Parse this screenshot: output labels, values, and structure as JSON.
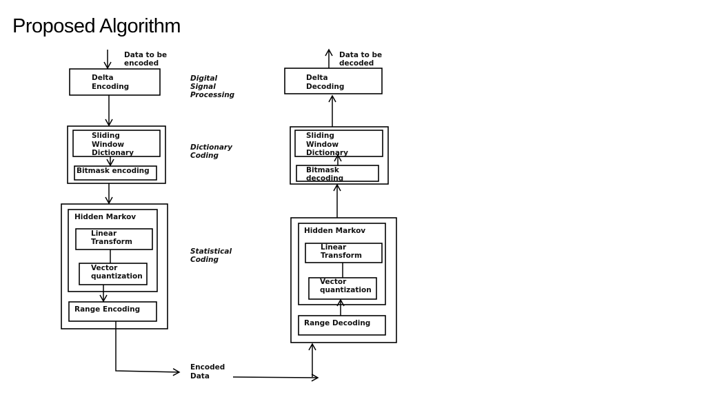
{
  "title": "Proposed Algorithm",
  "encoder": {
    "input_label": [
      "Data to be",
      "encoded"
    ],
    "delta": [
      "Delta",
      "Encoding"
    ],
    "sliding_window": [
      "Sliding",
      "Window",
      "Dictionary"
    ],
    "bitmask": [
      "Bitmask encoding"
    ],
    "hidden_markov": "Hidden Markov",
    "linear_transform": [
      "Linear",
      "Transform"
    ],
    "vector_quantization": [
      "Vector",
      "quantization"
    ],
    "range": "Range Encoding"
  },
  "stages": {
    "dsp": [
      "Digital",
      "Signal",
      "Processing"
    ],
    "dictionary": [
      "Dictionary",
      "Coding"
    ],
    "statistical": [
      "Statistical",
      "Coding"
    ]
  },
  "encoded_data": [
    "Encoded",
    "Data"
  ],
  "decoder": {
    "output_label": [
      "Data to be",
      "decoded"
    ],
    "delta": [
      "Delta",
      "Decoding"
    ],
    "sliding_window": [
      "Sliding",
      "Window",
      "Dictionary"
    ],
    "bitmask": [
      "Bitmask",
      "decoding"
    ],
    "hidden_markov": "Hidden Markov",
    "linear_transform": [
      "Linear",
      "Transform"
    ],
    "vector_quantization": [
      "Vector",
      "quantization"
    ],
    "range": "Range Decoding"
  }
}
